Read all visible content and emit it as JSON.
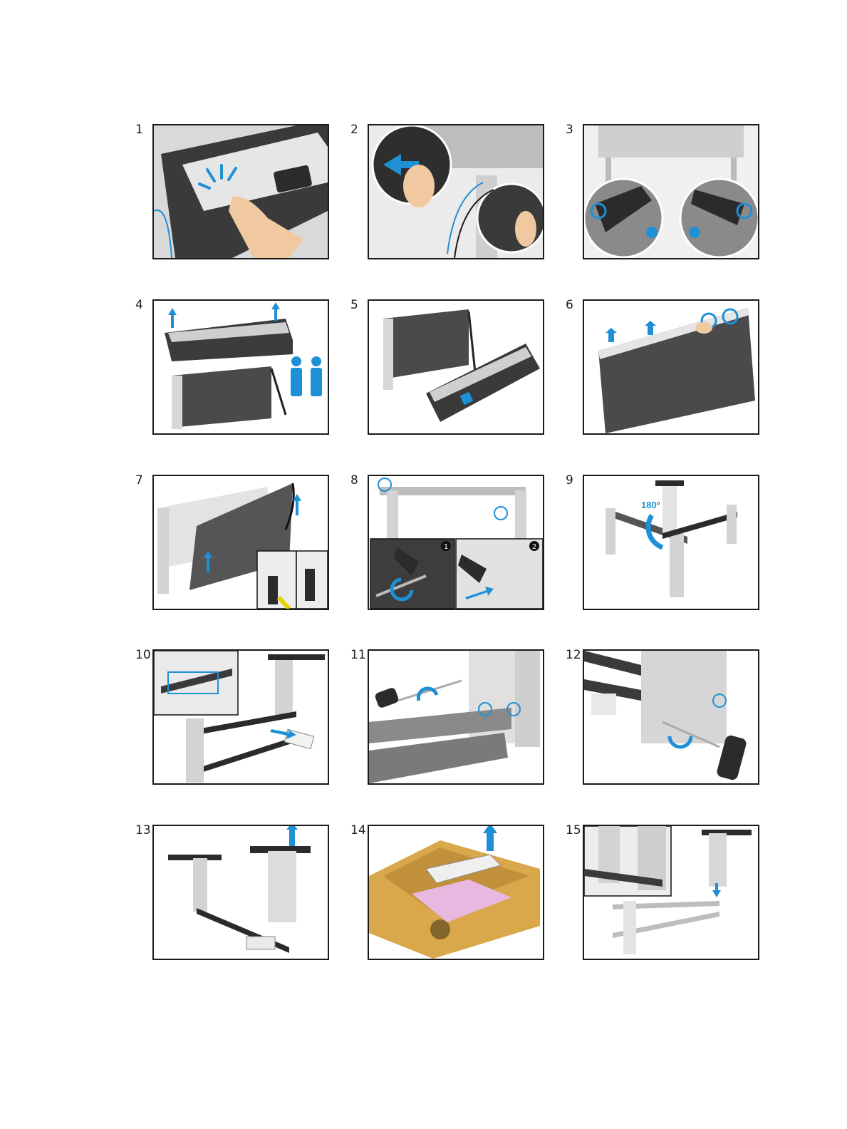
{
  "steps": [
    {
      "number": "1"
    },
    {
      "number": "2"
    },
    {
      "number": "3"
    },
    {
      "number": "4"
    },
    {
      "number": "5"
    },
    {
      "number": "6"
    },
    {
      "number": "7"
    },
    {
      "number": "8",
      "callouts": [
        "1",
        "2"
      ]
    },
    {
      "number": "9",
      "rotation_label": "180º"
    },
    {
      "number": "10"
    },
    {
      "number": "11"
    },
    {
      "number": "12"
    },
    {
      "number": "13"
    },
    {
      "number": "14"
    },
    {
      "number": "15"
    }
  ],
  "colors": {
    "accent": "#1e90d6",
    "frame": "#1a1a1a",
    "metal": "#c8c8c8",
    "box": "#d9a84a",
    "foam": "#e8b8e0"
  },
  "icons": {
    "arrow": "blue-arrow-icon",
    "people": "two-person-lift-icon",
    "hand": "hand-icon",
    "hex_key": "hex-key-icon"
  }
}
